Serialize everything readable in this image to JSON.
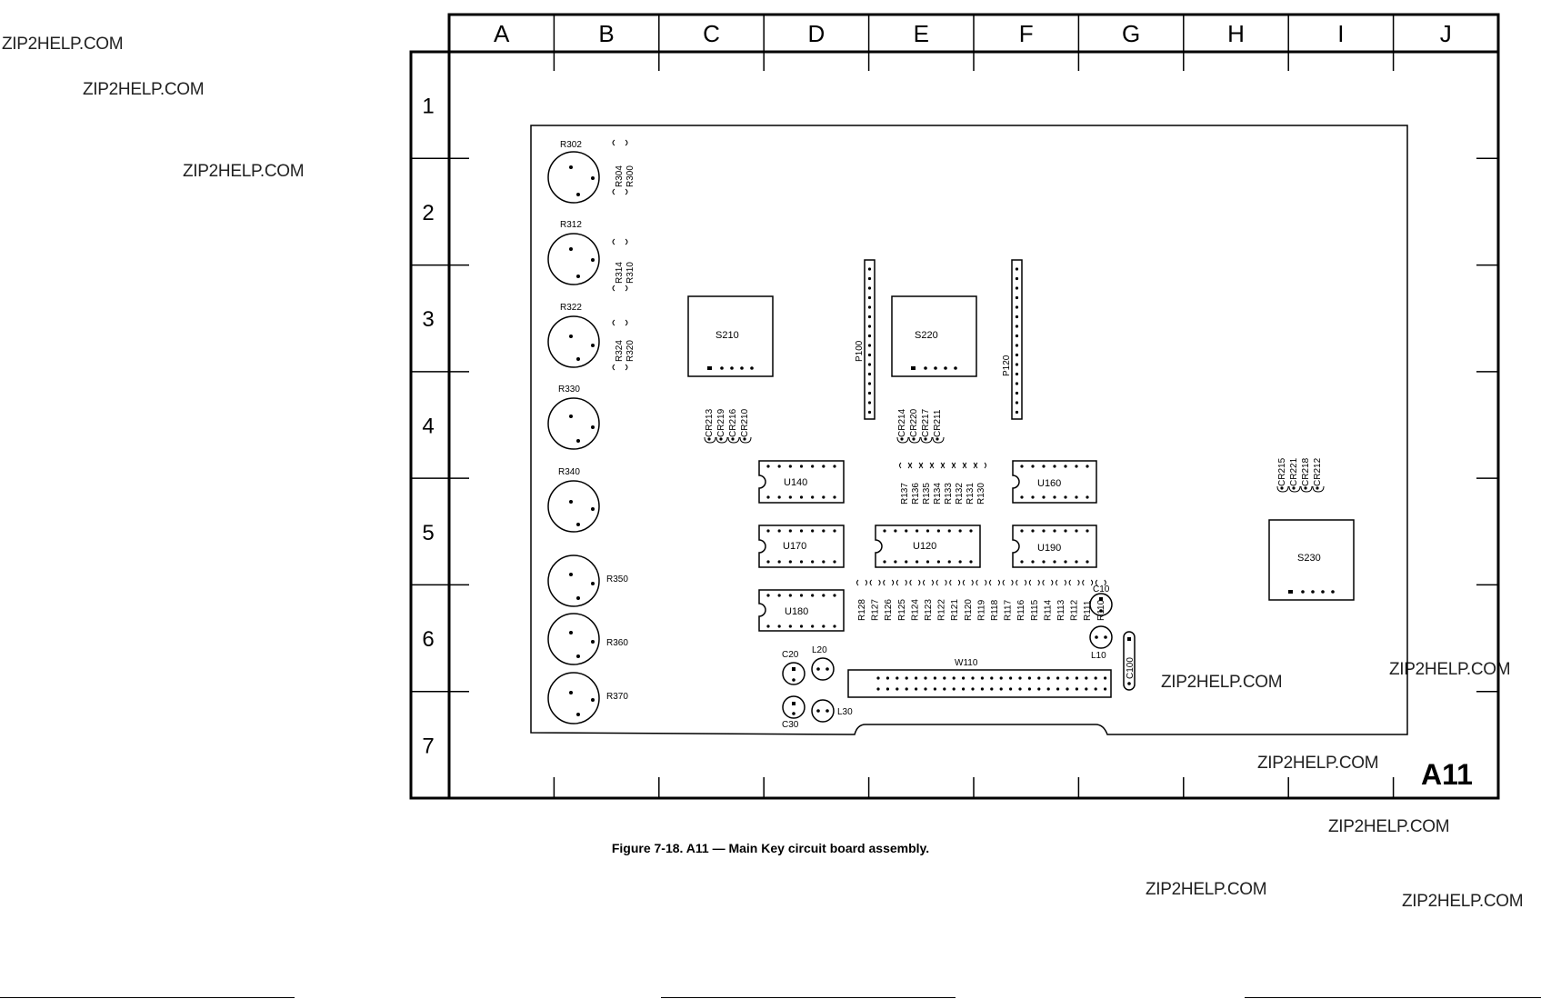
{
  "watermark": "ZIP2HELP.COM",
  "caption": "Figure 7-18. A11 — Main Key circuit board assembly.",
  "assembly_label": "A11",
  "grid": {
    "columns": [
      "A",
      "B",
      "C",
      "D",
      "E",
      "F",
      "G",
      "H",
      "I",
      "J"
    ],
    "rows": [
      "1",
      "2",
      "3",
      "4",
      "5",
      "6",
      "7"
    ]
  },
  "components": {
    "pots": [
      "R302",
      "R312",
      "R322",
      "R330",
      "R340",
      "R350",
      "R360",
      "R370"
    ],
    "resistor_pairs": [
      [
        "R304",
        "R300"
      ],
      [
        "R314",
        "R310"
      ],
      [
        "R324",
        "R320"
      ]
    ],
    "switches": [
      "S210",
      "S220",
      "S230"
    ],
    "connectors": [
      "P100",
      "P120",
      "W110"
    ],
    "ics": [
      "U140",
      "U160",
      "U170",
      "U120",
      "U190",
      "U180"
    ],
    "diode_groups": [
      [
        "CR213",
        "CR219",
        "CR216",
        "CR210"
      ],
      [
        "CR214",
        "CR220",
        "CR217",
        "CR211"
      ],
      [
        "CR215",
        "CR221",
        "CR218",
        "CR212"
      ]
    ],
    "resistor_bank_upper": [
      "R137",
      "R136",
      "R135",
      "R134",
      "R133",
      "R132",
      "R131",
      "R130"
    ],
    "resistor_bank_lower": [
      "R128",
      "R127",
      "R126",
      "R125",
      "R124",
      "R123",
      "R122",
      "R121",
      "R120",
      "R119",
      "R118",
      "R117",
      "R116",
      "R115",
      "R114",
      "R113",
      "R112",
      "R111",
      "R110"
    ],
    "caps_inductors": [
      "C10",
      "L10",
      "C100",
      "C20",
      "L20",
      "C30",
      "L30"
    ]
  }
}
